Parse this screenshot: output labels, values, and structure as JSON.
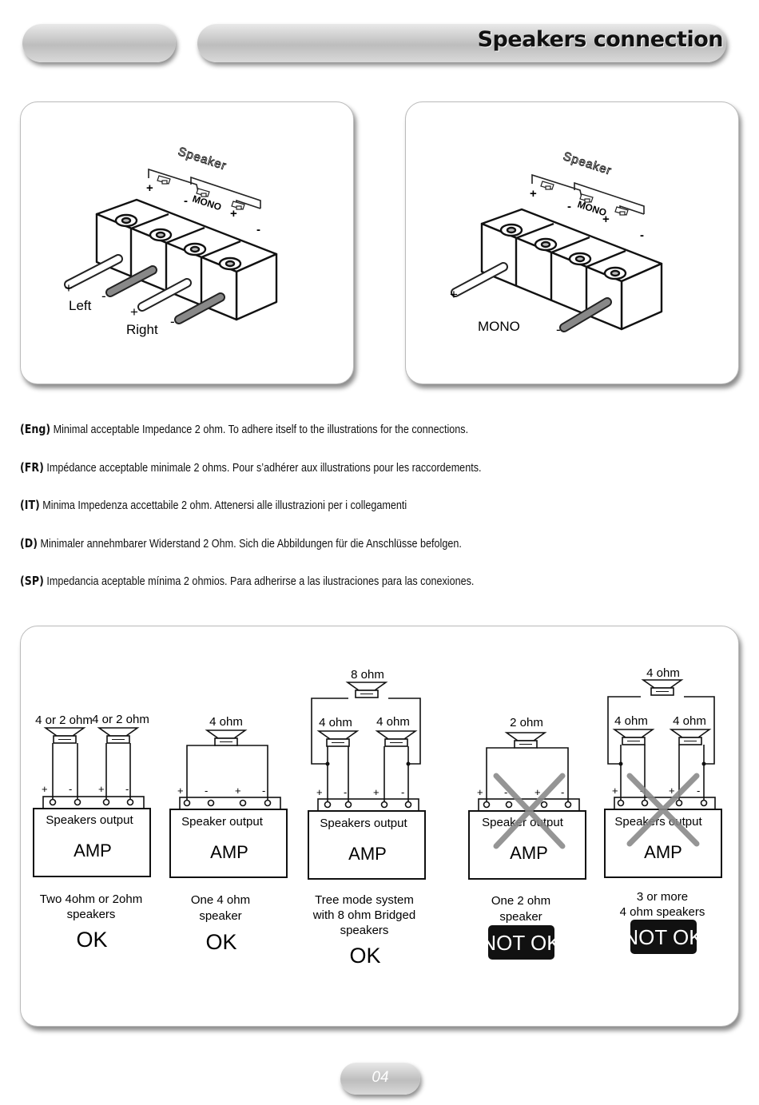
{
  "header": {
    "title": "Speakers connection"
  },
  "diagram_stereo": {
    "brand": "Speaker",
    "mono": "MONO",
    "plus": "+",
    "minus": "-",
    "left": "Left",
    "right": "Right"
  },
  "diagram_mono": {
    "brand": "Speaker",
    "mono": "MONO",
    "plus": "+",
    "minus": "-",
    "mono_label": "MONO"
  },
  "languages": [
    {
      "code": "(Eng)",
      "text": " Minimal acceptable Impedance 2 ohm. To adhere itself to the illustrations for the connections."
    },
    {
      "code": "(FR)",
      "text": " Impédance acceptable minimale 2 ohms. Pour s’adhérer aux illustrations pour les raccordements."
    },
    {
      "code": "(IT)",
      "text": " Minima Impedenza accettabile 2 ohm. Attenersi alle illustrazioni per i collegamenti"
    },
    {
      "code": "(D)",
      "text": " Minimaler annehmbarer Widerstand 2 Ohm. Sich die Abbildungen für die Anschlüsse befolgen."
    },
    {
      "code": "(SP)",
      "text": " Impedancia aceptable mínima 2 ohmios. Para adherirse a las ilustraciones para las conexiones."
    }
  ],
  "configs": [
    {
      "speaker_labels": [
        "4 or 2 ohm",
        "4 or 2 ohm"
      ],
      "output_label": "Speakers output",
      "amp": "AMP",
      "desc": [
        "Two  4ohm  or 2ohm",
        "speakers"
      ],
      "verdict": "OK"
    },
    {
      "speaker_labels": [
        "4 ohm"
      ],
      "output_label": "Speaker output",
      "amp": "AMP",
      "desc": [
        "One 4 ohm",
        "speaker"
      ],
      "verdict": "OK"
    },
    {
      "speaker_labels": [
        "8 ohm",
        "4 ohm",
        "4 ohm"
      ],
      "output_label": "Speakers output",
      "amp": "AMP",
      "desc": [
        "Tree mode system",
        "with 8 ohm Bridged",
        "speakers"
      ],
      "verdict": "OK"
    },
    {
      "speaker_labels": [
        "2 ohm"
      ],
      "output_label": "Speaker output",
      "amp": "AMP",
      "desc": [
        "One 2 ohm",
        "speaker"
      ],
      "verdict": "NOT OK"
    },
    {
      "speaker_labels": [
        "4 ohm",
        "4 ohm",
        "4 ohm"
      ],
      "output_label": "Speakers output",
      "amp": "AMP",
      "desc": [
        "3 or more",
        "4 ohm speakers"
      ],
      "verdict": "NOT OK"
    }
  ],
  "terminal_signs": {
    "plus": "+",
    "minus": "-"
  },
  "footer": {
    "page_number": "04"
  }
}
